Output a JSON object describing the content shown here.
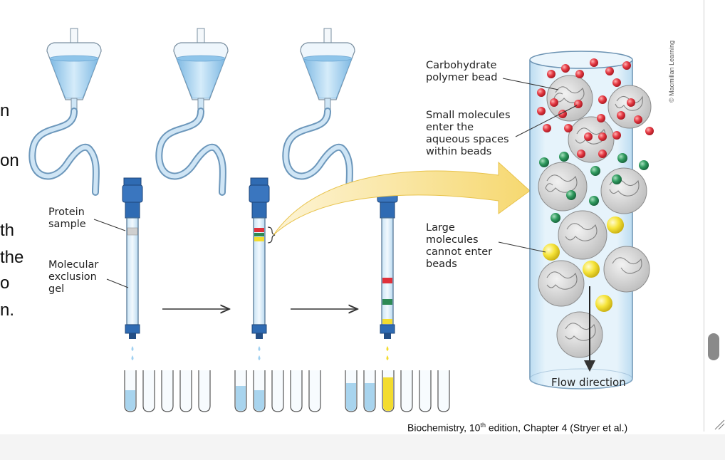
{
  "slide_text_fragments": [
    "n",
    "on",
    "th",
    "the",
    "o",
    "n."
  ],
  "labels": {
    "protein_sample": [
      "Protein",
      "sample"
    ],
    "molecular_exclusion_gel": [
      "Molecular",
      "exclusion",
      "gel"
    ],
    "carbohydrate_bead": [
      "Carbohydrate",
      "polymer bead"
    ],
    "small_molecules": [
      "Small molecules",
      "enter the",
      "aqueous spaces",
      "within beads"
    ],
    "large_molecules": [
      "Large",
      "molecules",
      "cannot enter",
      "beads"
    ],
    "flow_direction": "Flow direction"
  },
  "credit": "© Macmillan Learning",
  "caption": {
    "before": "Biochemistry, 10",
    "sup": "th",
    "after": " edition, Chapter 4 (Stryer et al.)"
  },
  "colors": {
    "liquid": "#a8d4ee",
    "column_blue": "#2f6bb3",
    "red": "#e0303a",
    "green": "#2e8a55",
    "yellow": "#f3dc2e",
    "arrow_fill": "#fbeab0"
  }
}
